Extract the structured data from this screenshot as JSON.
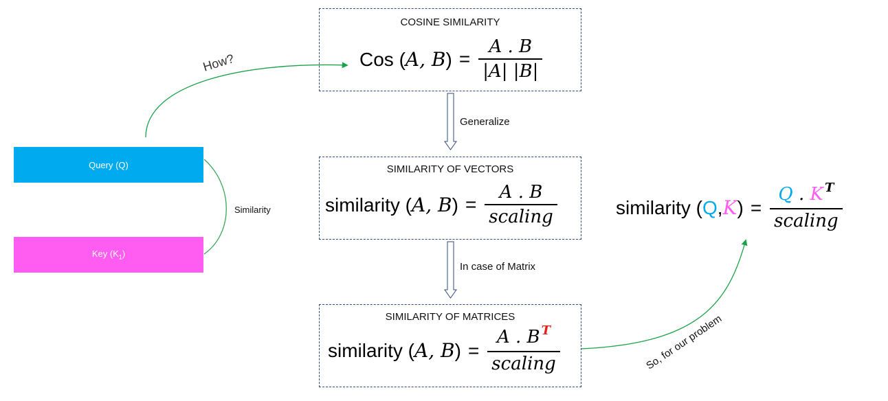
{
  "left": {
    "query_label": "Query (Q)",
    "key_label": "Key (K",
    "key_sub": "1",
    "key_close": ")",
    "similarity_label": "Similarity",
    "how_label": "How?",
    "colors": {
      "query": "#00aaef",
      "key": "#ff5df2"
    }
  },
  "cosine": {
    "title": "COSINE SIMILARITY",
    "lhs_prefix": "Cos (",
    "lhs_args": "A, B",
    "lhs_suffix": ")",
    "eq": "=",
    "numerator": "A . B",
    "denominator": "|A| |B|"
  },
  "arrow1_label": "Generalize",
  "vectors": {
    "title": "SIMILARITY OF VECTORS",
    "lhs_prefix": "similarity (",
    "lhs_args": "A, B",
    "lhs_suffix": ")",
    "eq": "=",
    "numerator": "A . B",
    "denominator": "scaling"
  },
  "arrow2_label": "In case of Matrix",
  "matrices": {
    "title": "SIMILARITY OF MATRICES",
    "lhs_prefix": "similarity (",
    "lhs_args": "A, B",
    "lhs_suffix": ")",
    "eq": "=",
    "numerator": "A . B",
    "numerator_sup": "T",
    "denominator": "scaling",
    "sup_color": "#e8201a"
  },
  "result": {
    "lhs_prefix": "similarity (",
    "q": "Q",
    "comma": ",",
    "k": "K",
    "lhs_suffix": ")",
    "eq": "=",
    "num_q": "Q",
    "num_dot": " . ",
    "num_k": "K",
    "num_sup": "T",
    "denominator": "scaling"
  },
  "our_problem_label": "So, for our problem",
  "colors": {
    "arrow_green": "#1aa34a",
    "box_border": "#2e4a7a",
    "hollow_arrow": "#2e4a7a"
  }
}
